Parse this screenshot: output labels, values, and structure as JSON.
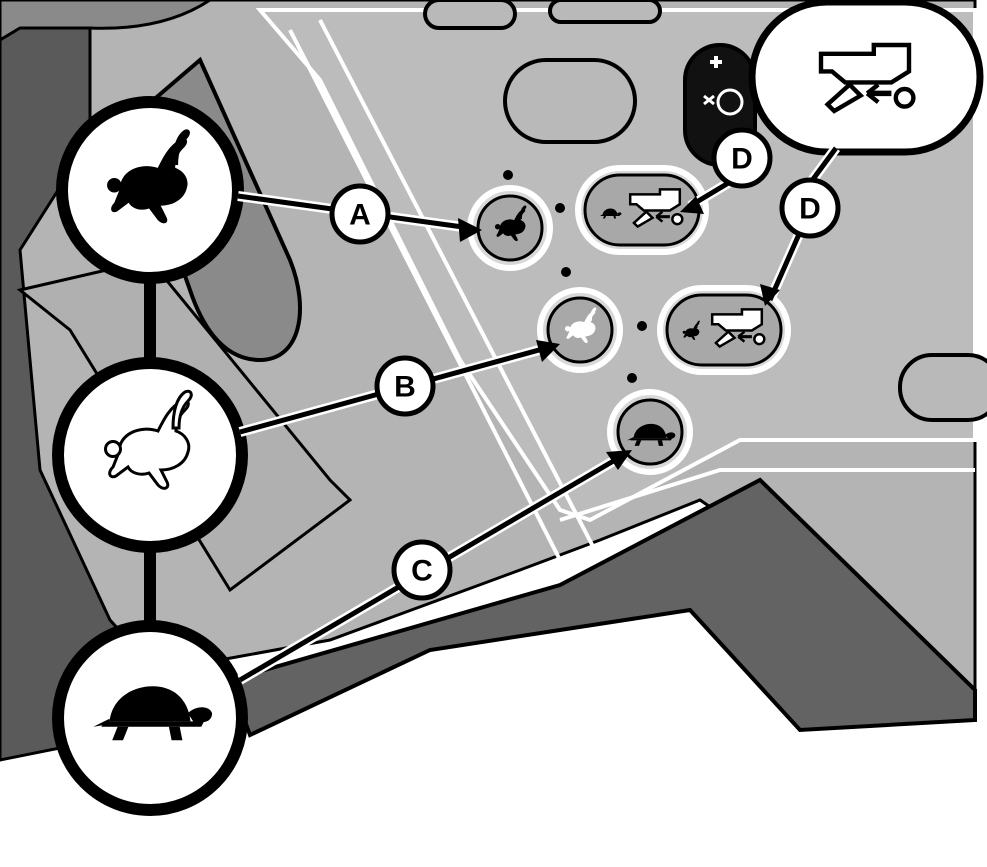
{
  "callouts": {
    "a": "A",
    "b": "B",
    "c": "C",
    "d1": "D",
    "d2": "D"
  },
  "icons": {
    "fast_speed": "rabbit-icon",
    "medium_speed": "rabbit-outline-icon",
    "slow_speed": "turtle-icon",
    "header_mode": "header-feed-icon",
    "pump_switch": "plus-gear-icon"
  },
  "colors": {
    "panel": "#b4b4b4",
    "dark_panel": "#636363",
    "outline": "#000000",
    "highlight": "#ffffff"
  }
}
